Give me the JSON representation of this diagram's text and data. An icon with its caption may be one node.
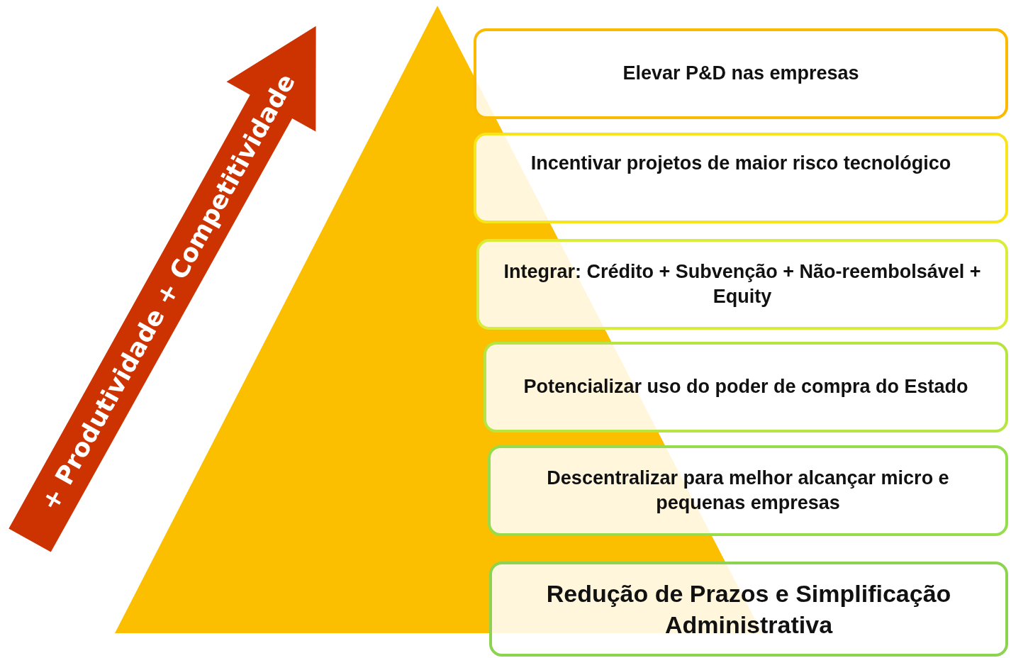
{
  "diagram": {
    "nodes": [
      {
        "text": [
          "Elevar P&D nas empresas"
        ]
      },
      {
        "text": [
          "Incentivar projetos de maior risco tecnológico"
        ]
      },
      {
        "text": [
          "Integrar: Crédito + Subvenção + Não-reembolsável + Equity"
        ]
      },
      {
        "text": [
          "Potencializar uso do poder de compra do Estado"
        ]
      },
      {
        "text": [
          "Descentralizar para melhor alcançar micro e pequenas empresas"
        ]
      },
      {
        "text": [
          "Redução de Prazos e Simplificação Administrativa"
        ]
      }
    ],
    "labels": [
      "+ Produtividade + Competitividade"
    ]
  }
}
